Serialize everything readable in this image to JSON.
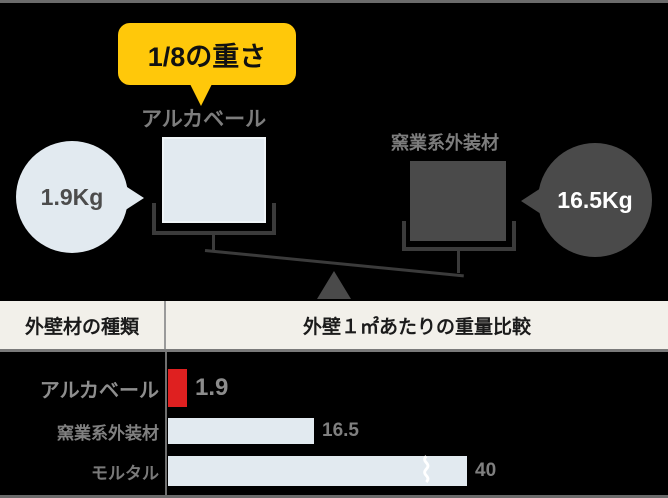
{
  "illustration": {
    "callout": {
      "text": "1/8の重さ",
      "color": "#FFC80A"
    },
    "left_item": {
      "caption": "アルカベール",
      "weight_label": "1.9Kg",
      "block_color": "#E2EAF0"
    },
    "right_item": {
      "caption": "窯業系外装材",
      "weight_label": "16.5Kg",
      "block_color": "#4A4A4A"
    }
  },
  "table": {
    "headers": [
      "外壁材の種類",
      "外壁１㎡あたりの重量比較"
    ],
    "break_symbol": "⌇"
  },
  "chart_data": {
    "type": "bar",
    "title": "外壁１㎡あたりの重量比較",
    "xlabel": "",
    "ylabel": "外壁材の種類",
    "categories": [
      "アルカベール",
      "窯業系外装材",
      "モルタル"
    ],
    "values": [
      1.9,
      16.5,
      40
    ],
    "value_labels": [
      "1.9",
      "16.5",
      "40"
    ],
    "unit": "kg/㎡",
    "bar_colors": [
      "#DF2020",
      "#E2EAF0",
      "#E2EAF0"
    ],
    "grid": false,
    "legend": false,
    "axis_broken_series": [
      "モルタル"
    ],
    "xlim": [
      0,
      40
    ]
  },
  "colors": {
    "background": "#000000",
    "accent": "#DF2020",
    "highlight": "#FFC80A",
    "light_block": "#E2EAF0",
    "dark_block": "#4A4A4A",
    "header_band": "#F2F0EA"
  }
}
